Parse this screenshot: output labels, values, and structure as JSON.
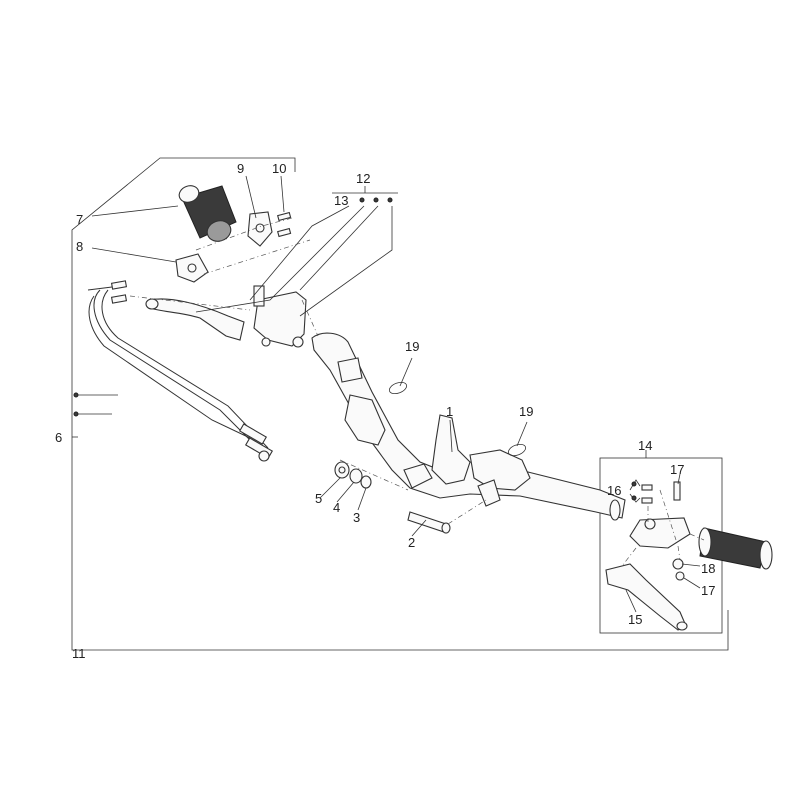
{
  "labels": {
    "l1": "1",
    "l2": "2",
    "l3": "3",
    "l4": "4",
    "l5": "5",
    "l6": "6",
    "l7": "7",
    "l8": "8",
    "l9": "9",
    "l10": "10",
    "l11": "11",
    "l12": "12",
    "l13": "13",
    "l14": "14",
    "l15": "15",
    "l16": "16",
    "l17a": "17",
    "l17b": "17",
    "l18": "18",
    "l19a": "19",
    "l19b": "19"
  }
}
